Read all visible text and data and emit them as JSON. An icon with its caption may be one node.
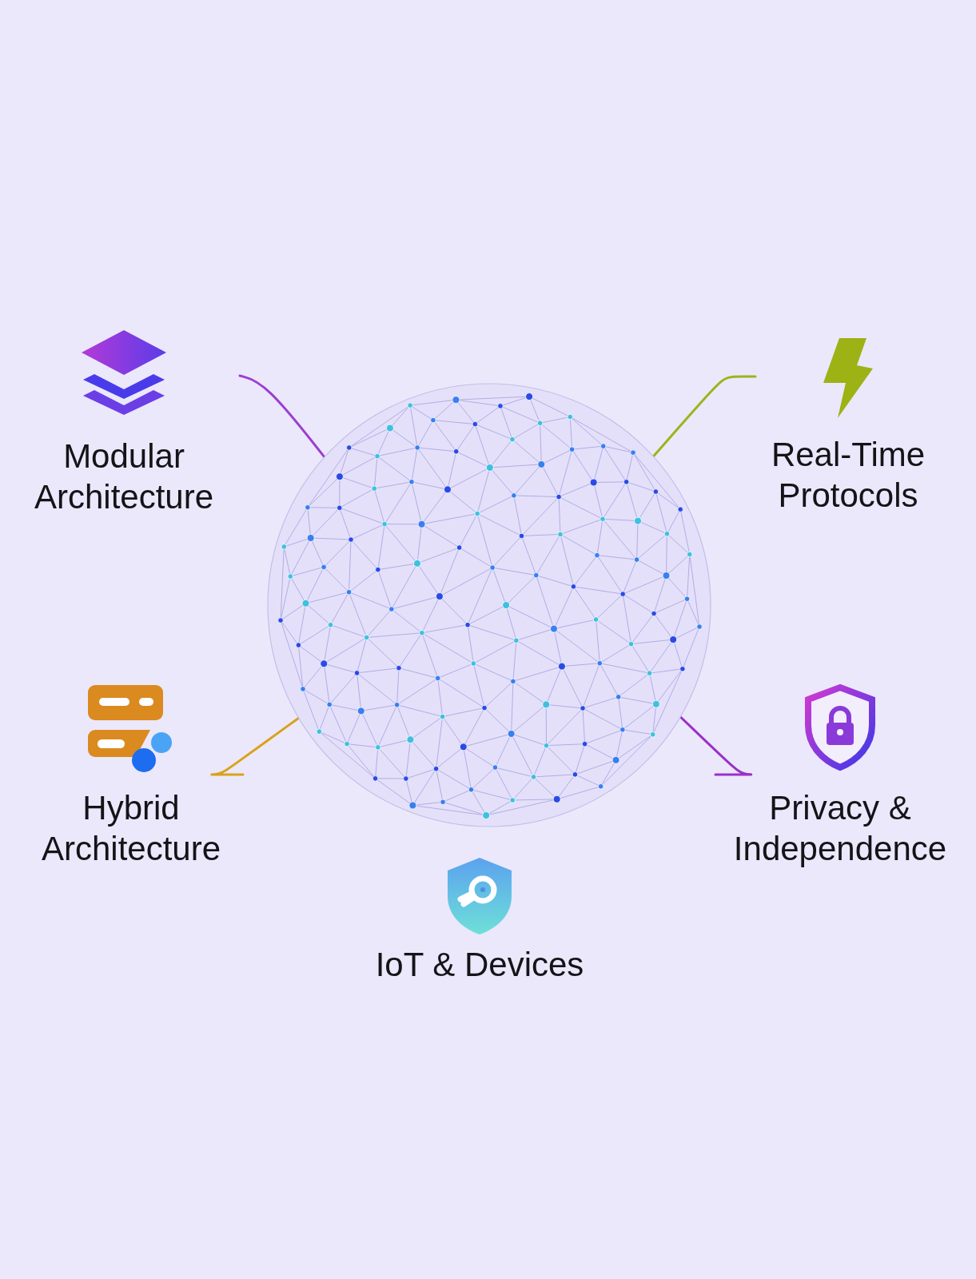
{
  "diagram": {
    "nodes": [
      {
        "text": [],
        "shape": "picture"
      },
      {
        "text": [
          "Modular Architecture"
        ]
      },
      {
        "text": [
          "Real-Time Protocols"
        ]
      },
      {
        "text": [
          "Hybrid Architecture"
        ]
      },
      {
        "text": [
          "Privacy & Independence"
        ]
      },
      {
        "text": [
          "IoT & Devices"
        ]
      }
    ],
    "edges": [
      {
        "from": 1,
        "to": 0,
        "arrow": "none",
        "color": "#9b3fd0"
      },
      {
        "from": 2,
        "to": 0,
        "arrow": "none",
        "color": "#9ab51a"
      },
      {
        "from": 3,
        "to": 0,
        "arrow": "none",
        "color": "#d9a21a"
      },
      {
        "from": 4,
        "to": 0,
        "arrow": "none",
        "color": "#9b30c8"
      }
    ]
  }
}
